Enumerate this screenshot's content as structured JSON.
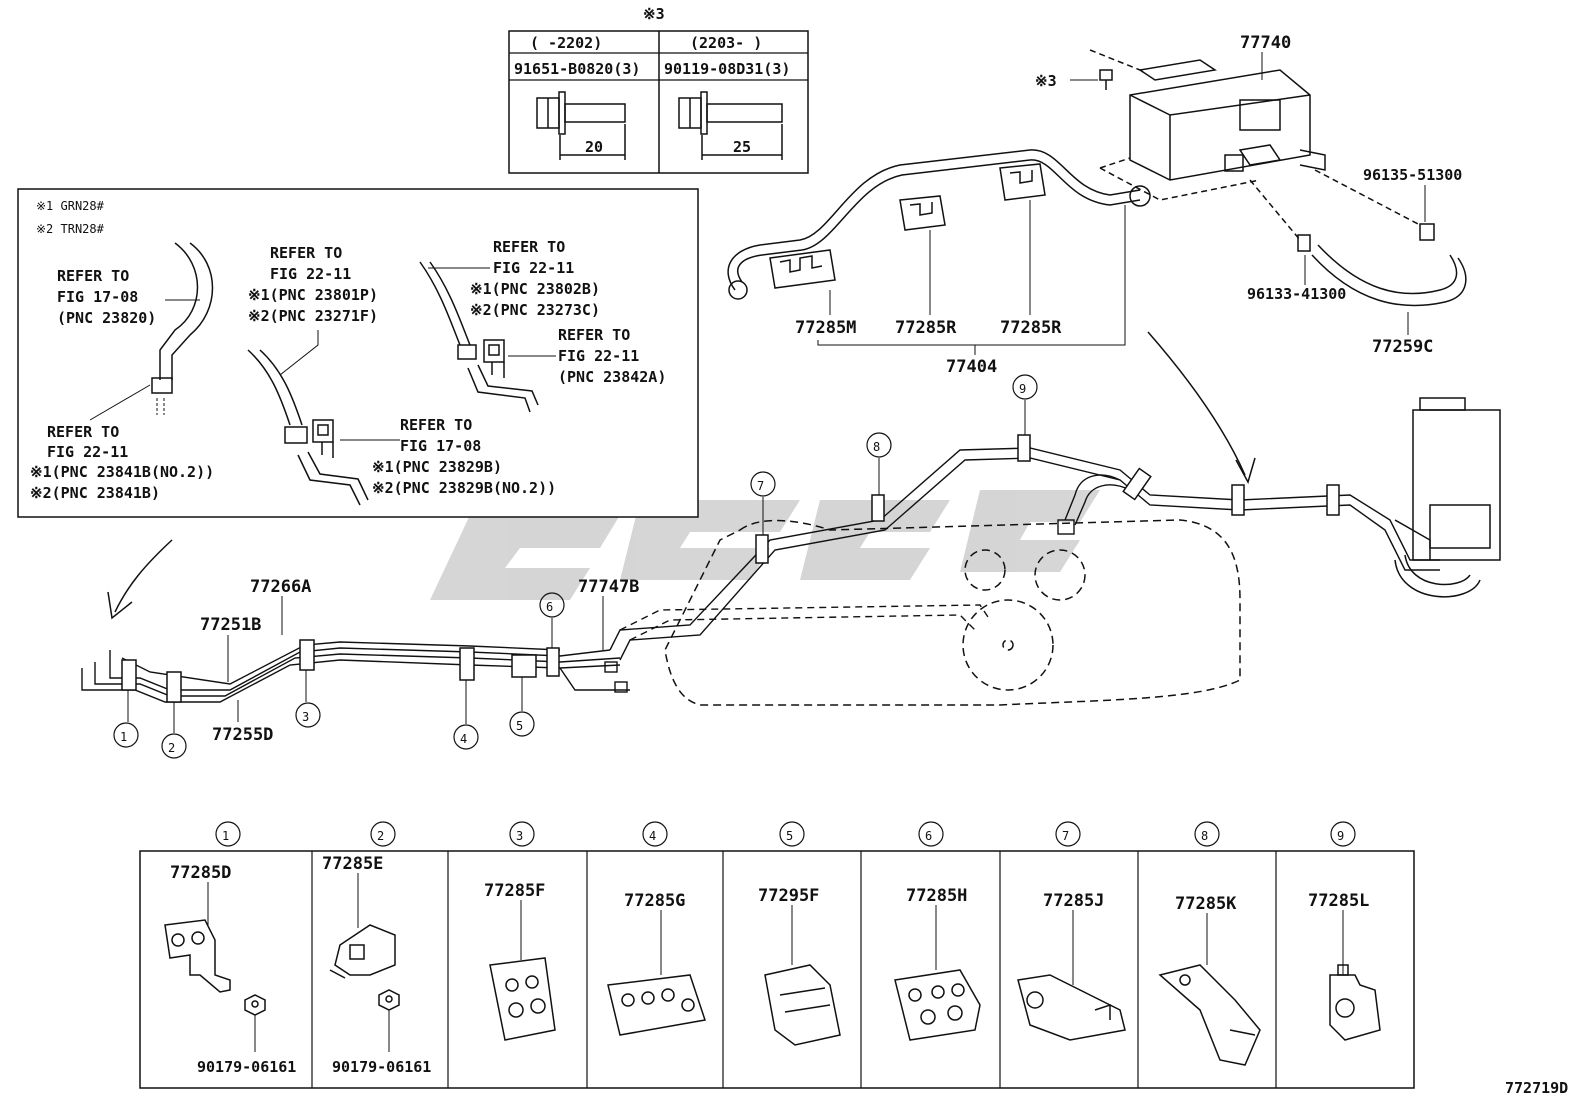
{
  "diagram_id": "772719D",
  "note3_label": "※3",
  "bolt_table": {
    "col1_range": "(    -2202)",
    "col2_range": "(2203-     )",
    "col1_part": "91651-B0820(3)",
    "col2_part": "90119-08D31(3)",
    "col1_dim": "20",
    "col2_dim": "25"
  },
  "inset": {
    "note1": "※1 GRN28#",
    "note2": "※2 TRN28#",
    "a_l1": "REFER TO",
    "a_l2": "FIG 17-08",
    "a_l3": "(PNC 23820)",
    "b_l1": "REFER TO",
    "b_l2": "FIG 22-11",
    "b_l3": "※1(PNC 23841B(NO.2))",
    "b_l4": "※2(PNC 23841B)",
    "c_l1": "REFER TO",
    "c_l2": "FIG 22-11",
    "c_l3": "※1(PNC 23801P)",
    "c_l4": "※2(PNC 23271F)",
    "d_l1": "REFER TO",
    "d_l2": "FIG 17-08",
    "d_l3": "※1(PNC 23829B)",
    "d_l4": "※2(PNC 23829B(NO.2))",
    "e_l1": "REFER TO",
    "e_l2": "FIG 22-11",
    "e_l3": "※1(PNC 23802B)",
    "e_l4": "※2(PNC 23273C)",
    "f_l1": "REFER TO",
    "f_l2": "FIG 22-11",
    "f_l3": "(PNC 23842A)"
  },
  "upper_parts": {
    "canister": "77740",
    "note3": "※3",
    "clamp_a": "96135-51300",
    "clamp_b": "96133-41300",
    "hose": "77259C",
    "tube_assy": "77404",
    "clip_m": "77285M",
    "clip_r1": "77285R",
    "clip_r2": "77285R"
  },
  "main_parts": {
    "p77266A": "77266A",
    "p77251B": "77251B",
    "p77255D": "77255D",
    "p77747B": "77747B"
  },
  "callouts": [
    "①",
    "②",
    "③",
    "④",
    "⑤",
    "⑥",
    "⑦",
    "⑧",
    "⑨"
  ],
  "clamp_table": [
    {
      "num": "①",
      "part": "77285D",
      "nut": "90179-06161"
    },
    {
      "num": "②",
      "part": "77285E",
      "nut": "90179-06161"
    },
    {
      "num": "③",
      "part": "77285F"
    },
    {
      "num": "④",
      "part": "77285G"
    },
    {
      "num": "⑤",
      "part": "77295F"
    },
    {
      "num": "⑥",
      "part": "77285H"
    },
    {
      "num": "⑦",
      "part": "77285J"
    },
    {
      "num": "⑧",
      "part": "77285K"
    },
    {
      "num": "⑨",
      "part": "77285L"
    }
  ]
}
